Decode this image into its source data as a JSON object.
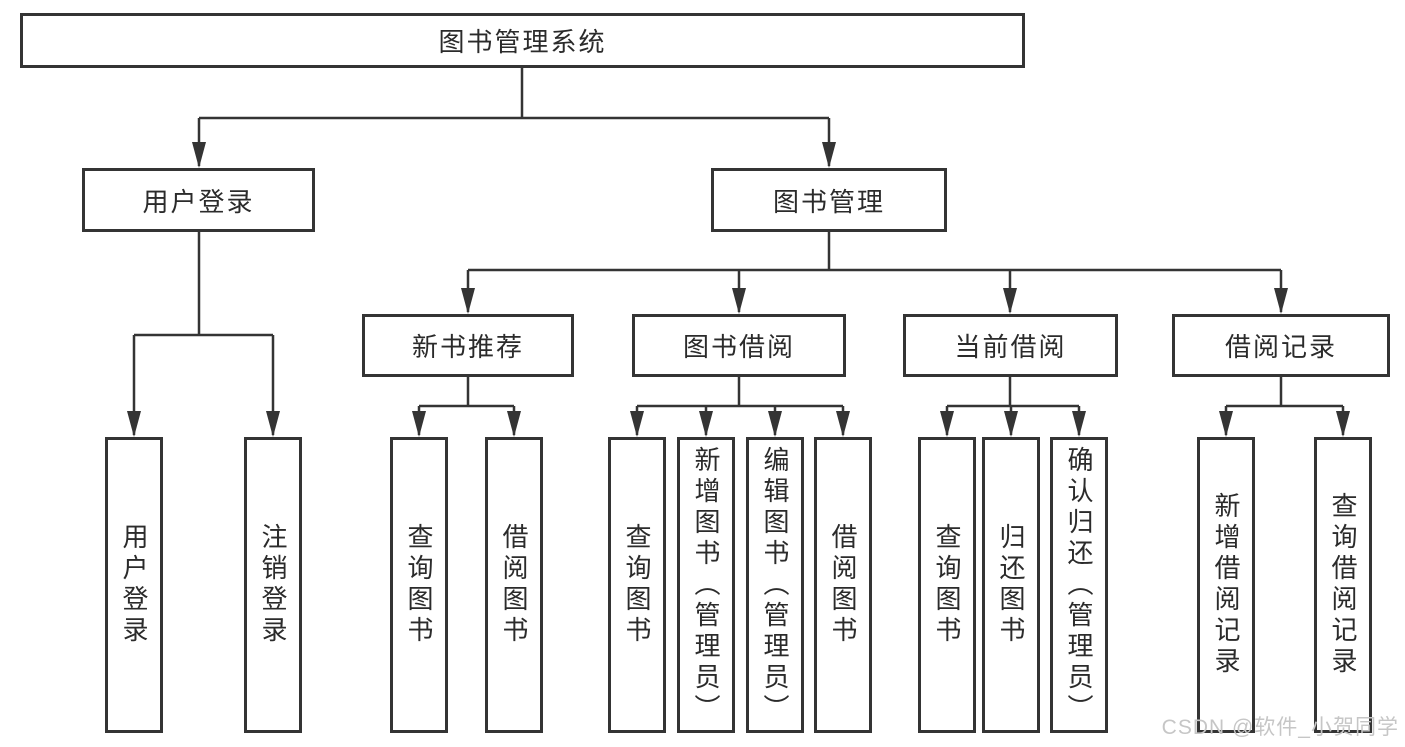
{
  "diagram": {
    "tree": {
      "root": {
        "label": "图书管理系统",
        "children": [
          {
            "label": "用户登录",
            "children": [
              {
                "label": "用户登录"
              },
              {
                "label": "注销登录"
              }
            ]
          },
          {
            "label": "图书管理",
            "children": [
              {
                "label": "新书推荐",
                "children": [
                  {
                    "label": "查询图书"
                  },
                  {
                    "label": "借阅图书"
                  }
                ]
              },
              {
                "label": "图书借阅",
                "children": [
                  {
                    "label": "查询图书"
                  },
                  {
                    "label": "新增图书（管理员）"
                  },
                  {
                    "label": "编辑图书（管理员）"
                  },
                  {
                    "label": "借阅图书"
                  }
                ]
              },
              {
                "label": "当前借阅",
                "children": [
                  {
                    "label": "查询图书"
                  },
                  {
                    "label": "归还图书"
                  },
                  {
                    "label": "确认归还（管理员）"
                  }
                ]
              },
              {
                "label": "借阅记录",
                "children": [
                  {
                    "label": "新增借阅记录"
                  },
                  {
                    "label": "查询借阅记录"
                  }
                ]
              }
            ]
          }
        ]
      }
    }
  },
  "watermark": {
    "text": "CSDN @软件_小贺同学"
  },
  "colors": {
    "line": "#343434",
    "text": "#2b2b2b",
    "background": "#ffffff",
    "watermark": "#c6c6c6"
  }
}
